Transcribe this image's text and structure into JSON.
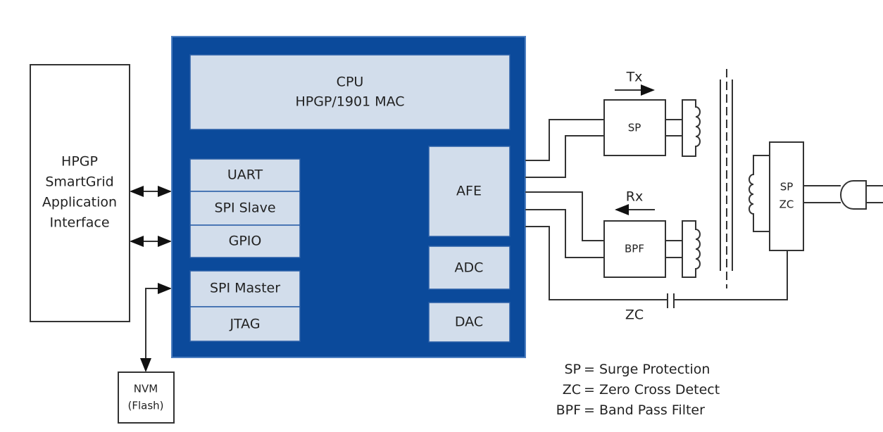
{
  "colors": {
    "chip": "#0b4a9b",
    "block": "#d2ddeb",
    "line": "#333333"
  },
  "host": {
    "lines": [
      "HPGP",
      "SmartGrid",
      "Application",
      "Interface"
    ]
  },
  "nvm": {
    "lines": [
      "NVM",
      "(Flash)"
    ]
  },
  "chip": {
    "cpu": {
      "lines": [
        "CPU",
        "HPGP/1901 MAC"
      ]
    },
    "uart": "UART",
    "spi_slave": "SPI Slave",
    "gpio": "GPIO",
    "spi_master": "SPI Master",
    "jtag": "JTAG",
    "afe": "AFE",
    "adc": "ADC",
    "dac": "DAC"
  },
  "analog": {
    "tx": "Tx",
    "rx": "Rx",
    "sp": "SP",
    "bpf": "BPF",
    "spzc": [
      "SP",
      "ZC"
    ],
    "zc": "ZC"
  },
  "legend": [
    {
      "abbr": "SP",
      "text": "= Surge Protection"
    },
    {
      "abbr": "ZC",
      "text": "= Zero Cross Detect"
    },
    {
      "abbr": "BPF",
      "text": "= Band Pass Filter"
    }
  ]
}
